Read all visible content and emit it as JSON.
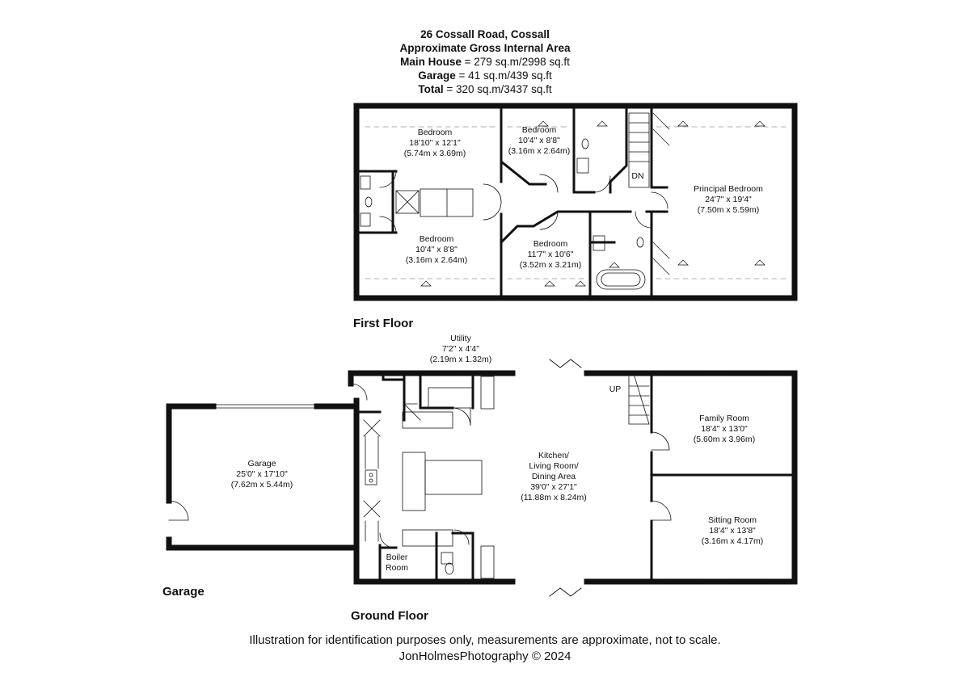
{
  "header": {
    "address": "26 Cossall Road, Cossall",
    "area_title": "Approximate Gross Internal Area",
    "main_house_label": "Main House",
    "main_house_value": "= 279 sq.m/2998 sq.ft",
    "garage_label": "Garage",
    "garage_value": "= 41 sq.m/439 sq.ft",
    "total_label": "Total",
    "total_value": "= 320 sq.m/3437 sq.ft"
  },
  "floors": {
    "first": "First Floor",
    "ground": "Ground Floor",
    "garage": "Garage"
  },
  "rooms": {
    "bedroom1": {
      "name": "Bedroom",
      "imperial": "18'10\" x 12'1\"",
      "metric": "(5.74m x 3.69m)"
    },
    "bedroom2": {
      "name": "Bedroom",
      "imperial": "10'4\" x 8'8\"",
      "metric": "(3.16m x 2.64m)"
    },
    "bedroom3": {
      "name": "Bedroom",
      "imperial": "10'4\" x 8'8\"",
      "metric": "(3.16m x 2.64m)"
    },
    "bedroom4": {
      "name": "Bedroom",
      "imperial": "11'7\" x 10'6\"",
      "metric": "(3.52m x 3.21m)"
    },
    "principal": {
      "name": "Principal Bedroom",
      "imperial": "24'7\" x 19'4\"",
      "metric": "(7.50m x 5.59m)"
    },
    "stairs_down": "DN",
    "stairs_up": "UP",
    "utility": {
      "name": "Utility",
      "imperial": "7'2\" x 4'4\"",
      "metric": "(2.19m x 1.32m)"
    },
    "garage": {
      "name": "Garage",
      "imperial": "25'0\" x 17'10\"",
      "metric": "(7.62m x 5.44m)"
    },
    "kitchen": {
      "line1": "Kitchen/",
      "line2": "Living Room/",
      "line3": "Dining Area",
      "imperial": "39'0\" x 27'1\"",
      "metric": "(11.88m x 8.24m)"
    },
    "family": {
      "name": "Family Room",
      "imperial": "18'4\" x 13'0\"",
      "metric": "(5.60m x 3.96m)"
    },
    "sitting": {
      "name": "Sitting Room",
      "imperial": "18'4\" x 13'8\"",
      "metric": "(3.16m x 4.17m)"
    },
    "boiler": {
      "line1": "Boiler",
      "line2": "Room"
    }
  },
  "footer": {
    "disclaimer": "Illustration for identification purposes only, measurements are approximate, not to scale.",
    "credit": "JonHolmesPhotography © 2024"
  }
}
